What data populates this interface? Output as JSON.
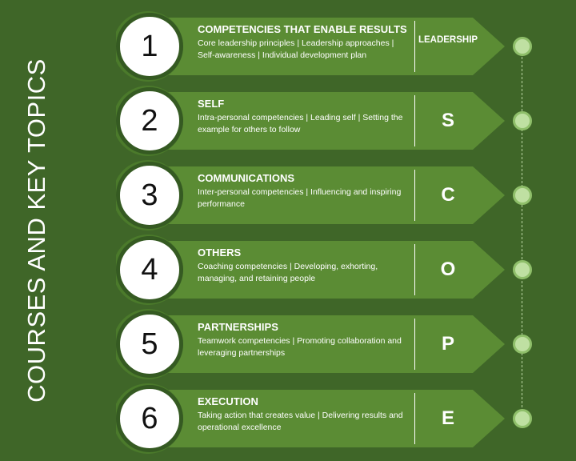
{
  "side_title": "COURSES AND KEY TOPICS",
  "colors": {
    "background": "#3f6628",
    "banner": "#5b8c34",
    "banner_dark": "#4b7a2b",
    "circle_border": "#355a22",
    "dot": "#bfe0a2"
  },
  "items": [
    {
      "number": "1",
      "heading": "COMPETENCIES THAT ENABLE RESULTS",
      "description": "Core leadership principles | Leadership approaches | Self-awareness | Individual development plan",
      "letter": "LEADERSHIP"
    },
    {
      "number": "2",
      "heading": "SELF",
      "description": "Intra-personal competencies | Leading self | Setting the example for others to follow",
      "letter": "S"
    },
    {
      "number": "3",
      "heading": "COMMUNICATIONS",
      "description": "Inter-personal competencies | Influencing and inspiring performance",
      "letter": "C"
    },
    {
      "number": "4",
      "heading": "OTHERS",
      "description": "Coaching competencies | Developing, exhorting, managing, and retaining people",
      "letter": "O"
    },
    {
      "number": "5",
      "heading": "PARTNERSHIPS",
      "description": "Teamwork competencies | Promoting collaboration and leveraging partnerships",
      "letter": "P"
    },
    {
      "number": "6",
      "heading": "EXECUTION",
      "description": "Taking action that creates value | Delivering results and operational excellence",
      "letter": "E"
    }
  ]
}
